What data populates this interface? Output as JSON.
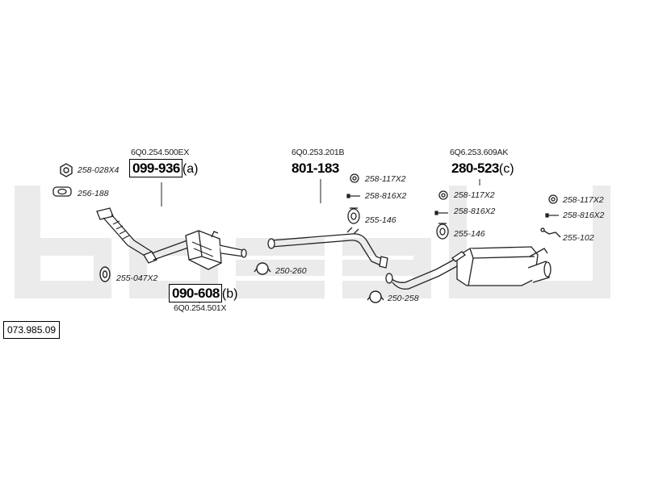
{
  "brand": {
    "watermark_text": "bosal",
    "watermark_color": "#ebebeb"
  },
  "diagram_id": "073.985.09",
  "sections": {
    "catalyst": {
      "oem_top": "6Q0.254.500EX",
      "part_a": "099-936",
      "suffix_a": "(a)",
      "part_b": "090-608",
      "suffix_b": "(b)",
      "oem_bottom": "6Q0.254.501X"
    },
    "middle": {
      "oem": "6Q0.253.201B",
      "part": "801-183"
    },
    "rear": {
      "oem": "6Q6.253.609AK",
      "part": "280-523",
      "suffix": "(c)"
    }
  },
  "accessories": {
    "nut": {
      "code": "258-028X4",
      "icon": "hex-nut-icon"
    },
    "gasket": {
      "code": "256-188",
      "icon": "flange-gasket-icon"
    },
    "ring_front": {
      "code": "255-047X2",
      "icon": "rubber-ring-icon"
    },
    "clamp_front": {
      "code": "250-260",
      "icon": "clamp-icon"
    },
    "washer_mid": {
      "code": "258-117X2",
      "icon": "washer-icon"
    },
    "bolt_mid": {
      "code": "258-816X2",
      "icon": "bolt-icon"
    },
    "hanger_mid": {
      "code": "255-146",
      "icon": "rubber-hanger-icon"
    },
    "clamp_mid": {
      "code": "250-258",
      "icon": "clamp-icon"
    },
    "washer_rear": {
      "code": "258-117X2",
      "icon": "washer-icon"
    },
    "bolt_rear": {
      "code": "258-816X2",
      "icon": "bolt-icon"
    },
    "hanger_rear": {
      "code": "255-146",
      "icon": "rubber-hanger-icon"
    },
    "washer_end": {
      "code": "258-117X2",
      "icon": "washer-icon"
    },
    "bolt_end": {
      "code": "258-816X2",
      "icon": "bolt-icon"
    },
    "bracket_end": {
      "code": "255-102",
      "icon": "bracket-icon"
    }
  }
}
